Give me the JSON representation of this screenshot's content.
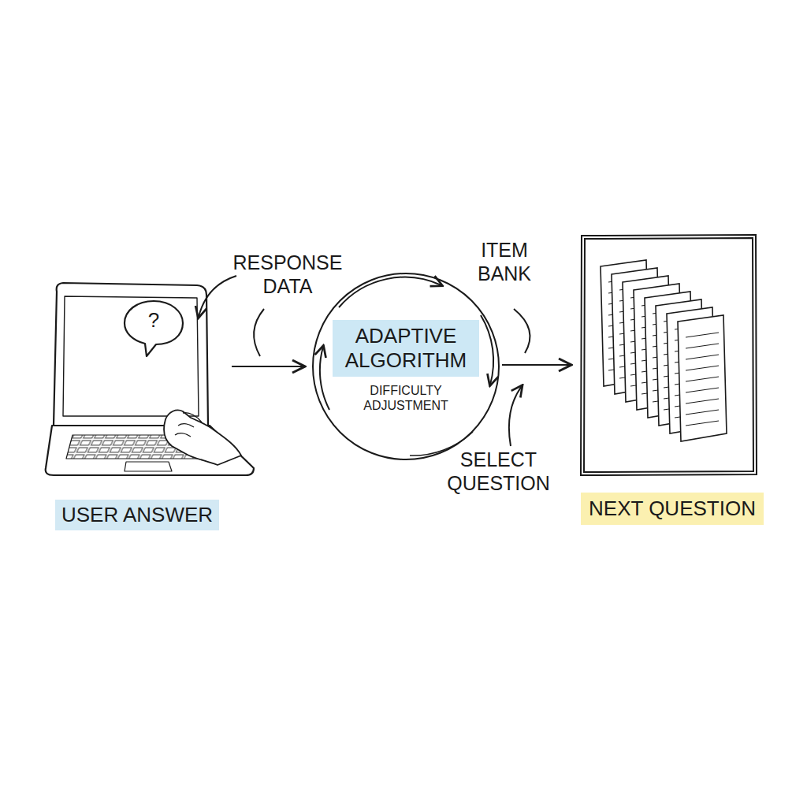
{
  "diagram": {
    "nodes": [
      {
        "text": [
          "USER ANSWER"
        ]
      },
      {
        "text": [
          "ADAPTIVE ALGORITHM",
          "DIFFICULTY ADJUSTMENT"
        ]
      },
      {
        "text": [
          "NEXT QUESTION"
        ]
      }
    ],
    "edges": [
      {
        "from": 0,
        "to": 1,
        "arrow": "to"
      },
      {
        "from": 1,
        "to": 2,
        "arrow": "to"
      }
    ],
    "labels": [
      "?",
      "RESPONSE DATA",
      "ITEM BANK",
      "SELECT QUESTION"
    ]
  }
}
